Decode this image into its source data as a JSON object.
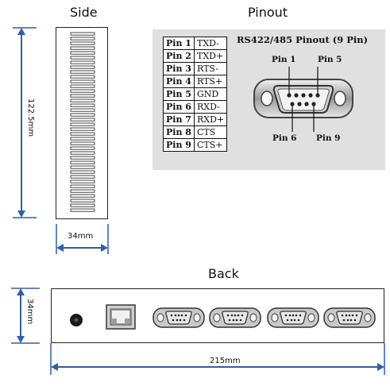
{
  "side": {
    "title": "Side",
    "height_label": "122.5mm",
    "width_label": "34mm"
  },
  "pinout": {
    "title": "Pinout",
    "connector_title": "RS422/485 Pinout (9 Pin)",
    "pins": [
      {
        "pin": "Pin 1",
        "signal": "TXD-"
      },
      {
        "pin": "Pin 2",
        "signal": "TXD+"
      },
      {
        "pin": "Pin 3",
        "signal": "RTS-"
      },
      {
        "pin": "Pin 4",
        "signal": "RTS+"
      },
      {
        "pin": "Pin 5",
        "signal": "GND"
      },
      {
        "pin": "Pin 6",
        "signal": "RXD-"
      },
      {
        "pin": "Pin 7",
        "signal": "RXD+"
      },
      {
        "pin": "Pin 8",
        "signal": "CTS"
      },
      {
        "pin": "Pin 9",
        "signal": "CTS+"
      }
    ],
    "callouts": {
      "pin1": "Pin 1",
      "pin5": "Pin 5",
      "pin6": "Pin 6",
      "pin9": "Pin 9"
    }
  },
  "back": {
    "title": "Back",
    "height_label": "34mm",
    "width_label": "215mm",
    "db9_port_count": 4
  },
  "colors": {
    "dimension_arrow": "#2f5fa8",
    "pinout_background": "#e0e0e0",
    "outline": "#222222"
  }
}
